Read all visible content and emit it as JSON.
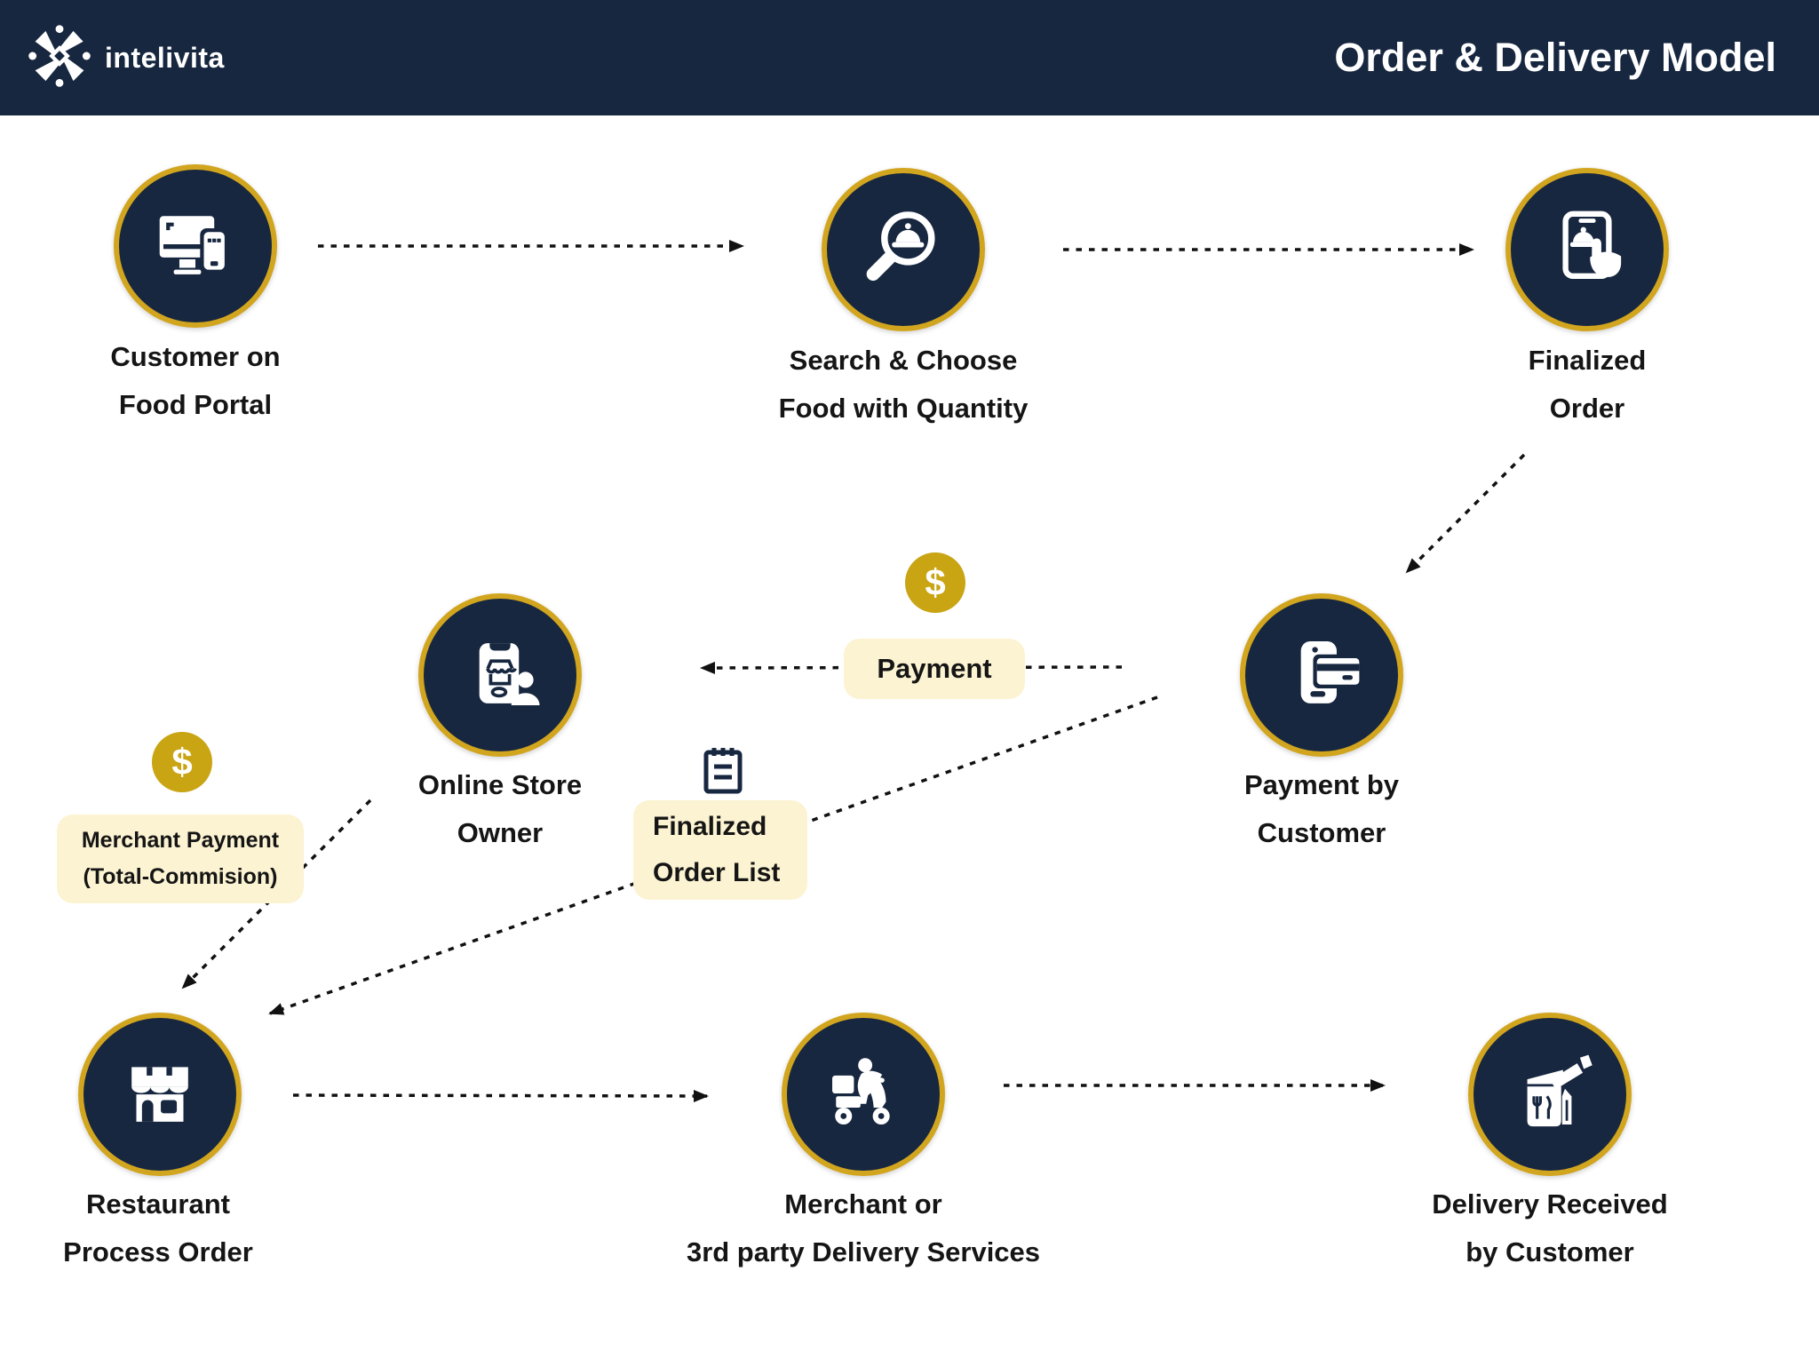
{
  "header": {
    "brand": "intelivita",
    "title": "Order & Delivery Model"
  },
  "colors": {
    "header_navy": "#172740",
    "circle_navy": "#172740",
    "gold_ring": "#D2A51F",
    "coin_gold": "#C9A413",
    "tag_cream": "#FCF3D2",
    "text_dark": "#151515",
    "arrow_black": "#111111"
  },
  "nodes": {
    "customer_food_portal": {
      "line1": "Customer on",
      "line2": "Food Portal",
      "icon": "desktop-and-phone-icon"
    },
    "search_choose_food": {
      "line1": "Search & Choose",
      "line2": "Food with Quantity",
      "icon": "search-food-icon"
    },
    "finalized_order": {
      "line1": "Finalized",
      "line2": "Order",
      "icon": "tablet-tap-order-icon"
    },
    "online_store_owner": {
      "line1": "Online Store",
      "line2": "Owner",
      "icon": "store-app-owner-icon"
    },
    "payment_by_customer": {
      "line1": "Payment by",
      "line2": "Customer",
      "icon": "phone-card-payment-icon"
    },
    "restaurant_process_order": {
      "line1": "Restaurant",
      "line2": "Process Order",
      "icon": "storefront-icon"
    },
    "merchant_delivery": {
      "line1": "Merchant or",
      "line2": "3rd party Delivery Services",
      "icon": "delivery-scooter-icon"
    },
    "delivery_received": {
      "line1": "Delivery Received",
      "line2": "by Customer",
      "icon": "food-bag-handover-icon"
    }
  },
  "tags": {
    "payment": {
      "text": "Payment"
    },
    "finalized_order_list": {
      "line1": "Finalized",
      "line2": "Order List"
    },
    "merchant_payment": {
      "line1": "Merchant Payment",
      "line2": "(Total-Commision)"
    },
    "dollar": "$"
  }
}
